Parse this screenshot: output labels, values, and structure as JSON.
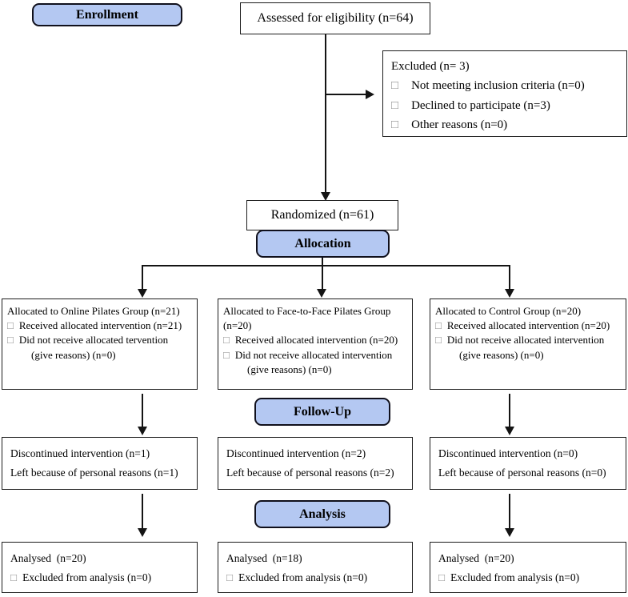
{
  "banners": {
    "enrollment": "Enrollment",
    "allocation": "Allocation",
    "follow_up": "Follow-Up",
    "analysis": "Analysis"
  },
  "top": {
    "assessed": "Assessed for eligibility (n=64)",
    "randomized": "Randomized (n=61)",
    "excluded_title": "Excluded (n= 3)",
    "excluded_items": [
      "Not meeting inclusion criteria (n=0)",
      "Declined to participate (n=3)",
      "Other reasons (n=0)"
    ]
  },
  "columns": [
    {
      "allocation_title": "Allocated to Online Pilates Group (n=21)",
      "allocation_item1": "Received allocated intervention (n=21)",
      "allocation_item2": "Did not receive allocated tervention",
      "allocation_item2_cont": "(give reasons) (n=0)",
      "followup_line1": "Discontinued intervention (n=1)",
      "followup_line2": "Left because of personal reasons (n=1)",
      "analysis_line1": "Analysed  (n=20)",
      "analysis_line2": "Excluded from analysis (n=0)"
    },
    {
      "allocation_title": "Allocated to Face-to-Face Pilates Group (n=20)",
      "allocation_item1": "Received allocated intervention (n=20)",
      "allocation_item2": "Did not receive allocated intervention",
      "allocation_item2_cont": "(give reasons) (n=0)",
      "followup_line1": "Discontinued intervention (n=2)",
      "followup_line2": "Left because of personal reasons (n=2)",
      "analysis_line1": "Analysed  (n=18)",
      "analysis_line2": "Excluded from analysis (n=0)"
    },
    {
      "allocation_title": "Allocated to Control Group (n=20)",
      "allocation_item1": "Received allocated intervention (n=20)",
      "allocation_item2": "Did not receive allocated intervention",
      "allocation_item2_cont": "(give reasons) (n=0)",
      "followup_line1": "Discontinued intervention (n=0)",
      "followup_line2": "Left because of personal reasons (n=0)",
      "analysis_line1": "Analysed  (n=20)",
      "analysis_line2": "Excluded from analysis (n=0)"
    }
  ],
  "icons": {
    "checkbox": "□"
  },
  "colors": {
    "banner_fill": "#b4c8f2",
    "line": "#141414",
    "checkbox": "#8d8d8d",
    "background": "#ffffff"
  }
}
